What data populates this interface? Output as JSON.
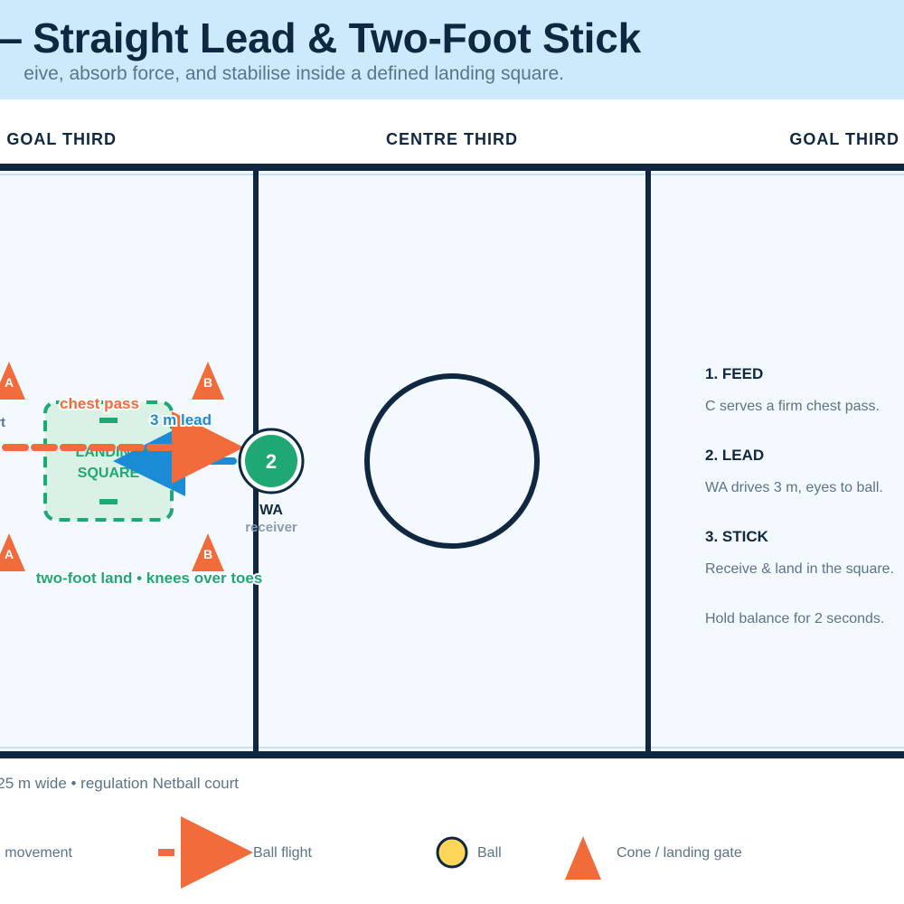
{
  "header": {
    "title": "— Straight Lead & Two-Foot Stick",
    "subtitle": "eive, absorb force, and stabilise inside a defined landing square."
  },
  "court": {
    "thirds": [
      "GOAL THIRD",
      "CENTRE THIRD",
      "GOAL THIRD"
    ],
    "cones": {
      "a": "A",
      "b": "B"
    },
    "landing_square": [
      "LANDING",
      "SQUARE"
    ],
    "pass_label": "chest pass",
    "lead_label": "3 m lead",
    "player": {
      "number": "2",
      "position": "WA",
      "role": "receiver"
    },
    "cut_label": "rt",
    "cue": "two-foot land • knees over toes"
  },
  "steps": [
    {
      "title": "1. FEED",
      "desc": "C serves a firm chest pass."
    },
    {
      "title": "2. LEAD",
      "desc": "WA drives 3 m, eyes to ball."
    },
    {
      "title": "3. STICK",
      "desc": "Receive & land in the square."
    },
    {
      "title": "",
      "desc": "Hold balance for 2 seconds."
    }
  ],
  "footer": {
    "note": "25 m wide • regulation Netball court",
    "legend": {
      "movement": "movement",
      "ball_flight": "Ball flight",
      "ball": "Ball",
      "cone": "Cone / landing gate"
    }
  },
  "colors": {
    "navy": "#0f2740",
    "orange": "#f26b3a",
    "green": "#1fa874",
    "blue": "#1b8bd6",
    "court_bg": "#f3f9fe",
    "ball": "#ffd65a",
    "header_bg": "#cdeafd"
  }
}
